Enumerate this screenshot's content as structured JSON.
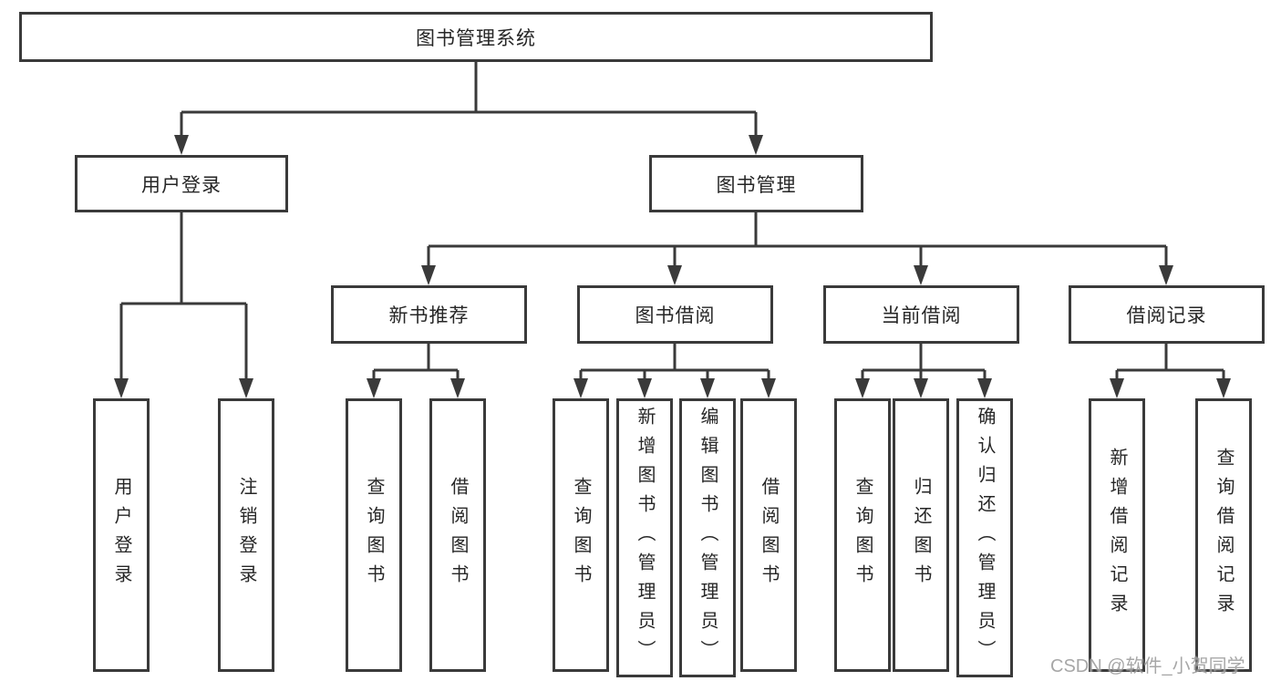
{
  "diagram": {
    "root": {
      "label": "图书管理系统"
    },
    "level2": {
      "login": {
        "label": "用户登录"
      },
      "mgmt": {
        "label": "图书管理"
      }
    },
    "level3": {
      "recommend": {
        "label": "新书推荐"
      },
      "borrow": {
        "label": "图书借阅"
      },
      "current": {
        "label": "当前借阅"
      },
      "records": {
        "label": "借阅记录"
      }
    },
    "leaves": {
      "login": [
        "用户登录",
        "注销登录"
      ],
      "recommend": [
        "查询图书",
        "借阅图书"
      ],
      "borrow": [
        "查询图书",
        "新增图书（管理员）",
        "编辑图书（管理员）",
        "借阅图书"
      ],
      "current": [
        "查询图书",
        "归还图书",
        "确认归还（管理员）"
      ],
      "records": [
        "新增借阅记录",
        "查询借阅记录"
      ]
    }
  },
  "colors": {
    "line": "#3a3a3a",
    "box_background": "#ffffff",
    "text": "#262626",
    "watermark": "#9e9e9e"
  },
  "watermark": "CSDN @软件_小贺同学"
}
